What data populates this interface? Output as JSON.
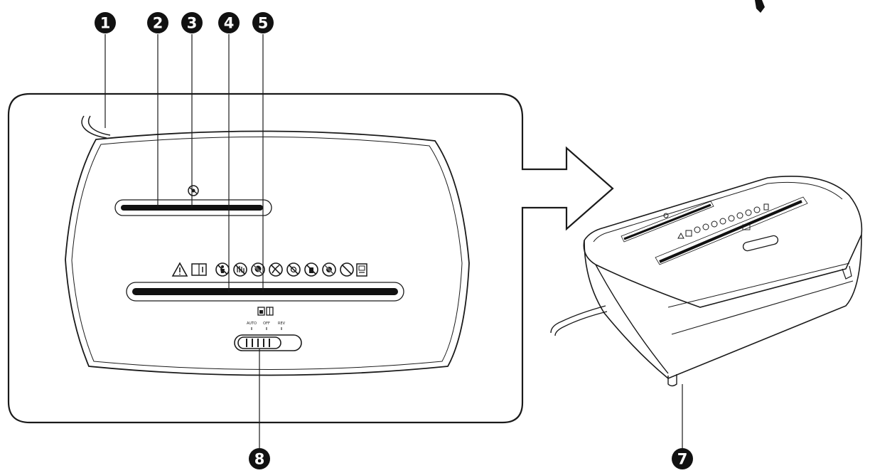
{
  "callouts": [
    {
      "id": "1",
      "label": "1"
    },
    {
      "id": "2",
      "label": "2"
    },
    {
      "id": "3",
      "label": "3"
    },
    {
      "id": "4",
      "label": "4"
    },
    {
      "id": "5",
      "label": "5"
    },
    {
      "id": "6",
      "label": "7"
    },
    {
      "id": "7",
      "label": "8"
    }
  ],
  "switch_labels": [
    "AUTO",
    "OFF",
    "REV"
  ],
  "warning_icons": [
    "warning-triangle-icon",
    "read-manual-icon",
    "no-children-icon",
    "no-hand-icon",
    "no-hair-icon",
    "no-tie-icon",
    "no-jewelry-icon",
    "no-spray-icon",
    "no-aerosol-icon",
    "no-cd-icon"
  ],
  "colors": {
    "line": "#1a1a1a",
    "slot": "#111111",
    "background": "#ffffff"
  }
}
